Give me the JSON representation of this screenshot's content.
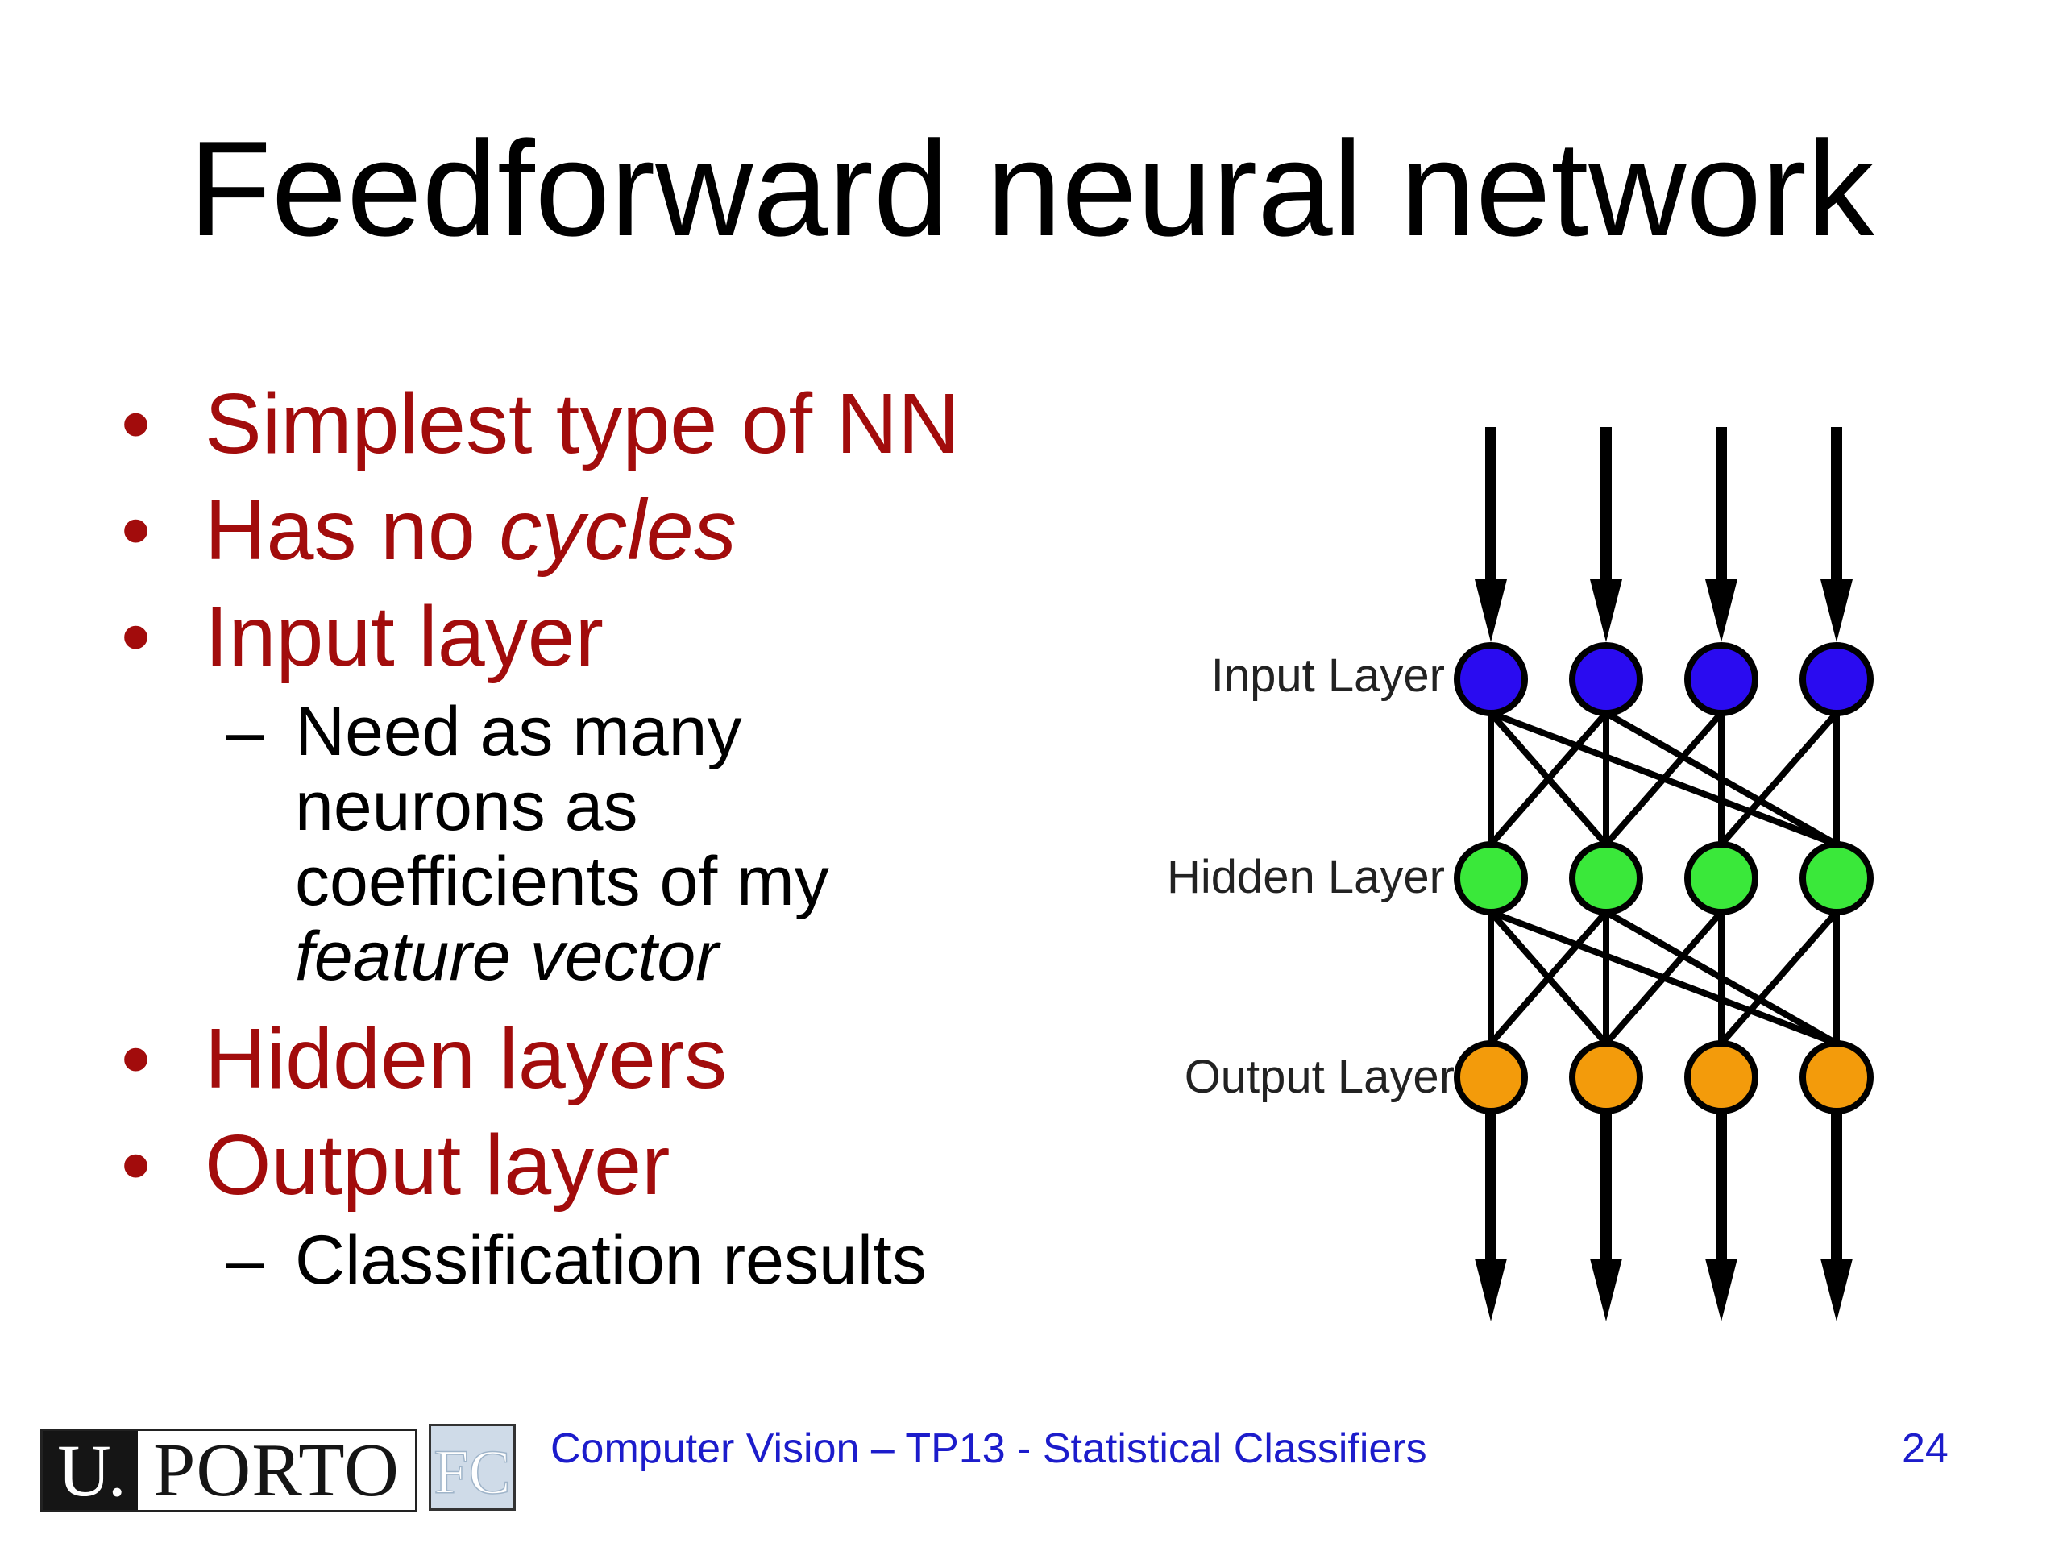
{
  "title": "Feedforward neural network",
  "bullets": [
    {
      "text": "Simplest type of NN"
    },
    {
      "pre": "Has no ",
      "em": "cycles"
    },
    {
      "text": "Input layer"
    },
    {
      "sub": [
        "Need as many",
        "neurons as",
        "coefficients of my"
      ],
      "sub_em": "feature vector"
    },
    {
      "text": "Hidden layers"
    },
    {
      "text": "Output layer"
    },
    {
      "sub": "Classification results"
    }
  ],
  "diagram": {
    "layer_labels": [
      "Input Layer",
      "Hidden Layer",
      "Output Layer"
    ],
    "neurons_per_layer": 4,
    "colors": {
      "input": "#2a0bf0",
      "hidden": "#3ae83a",
      "output": "#f39b0b",
      "stroke": "#000000"
    },
    "icons": [
      "arrow-down-icon",
      "neuron-node-icon"
    ]
  },
  "footer": {
    "logo_up": {
      "u": "U.",
      "porto": "PORTO"
    },
    "logo_fc": "FC",
    "course": "Computer Vision – TP13 - Statistical Classifiers",
    "page": "24",
    "color": "#1c1ccb"
  }
}
